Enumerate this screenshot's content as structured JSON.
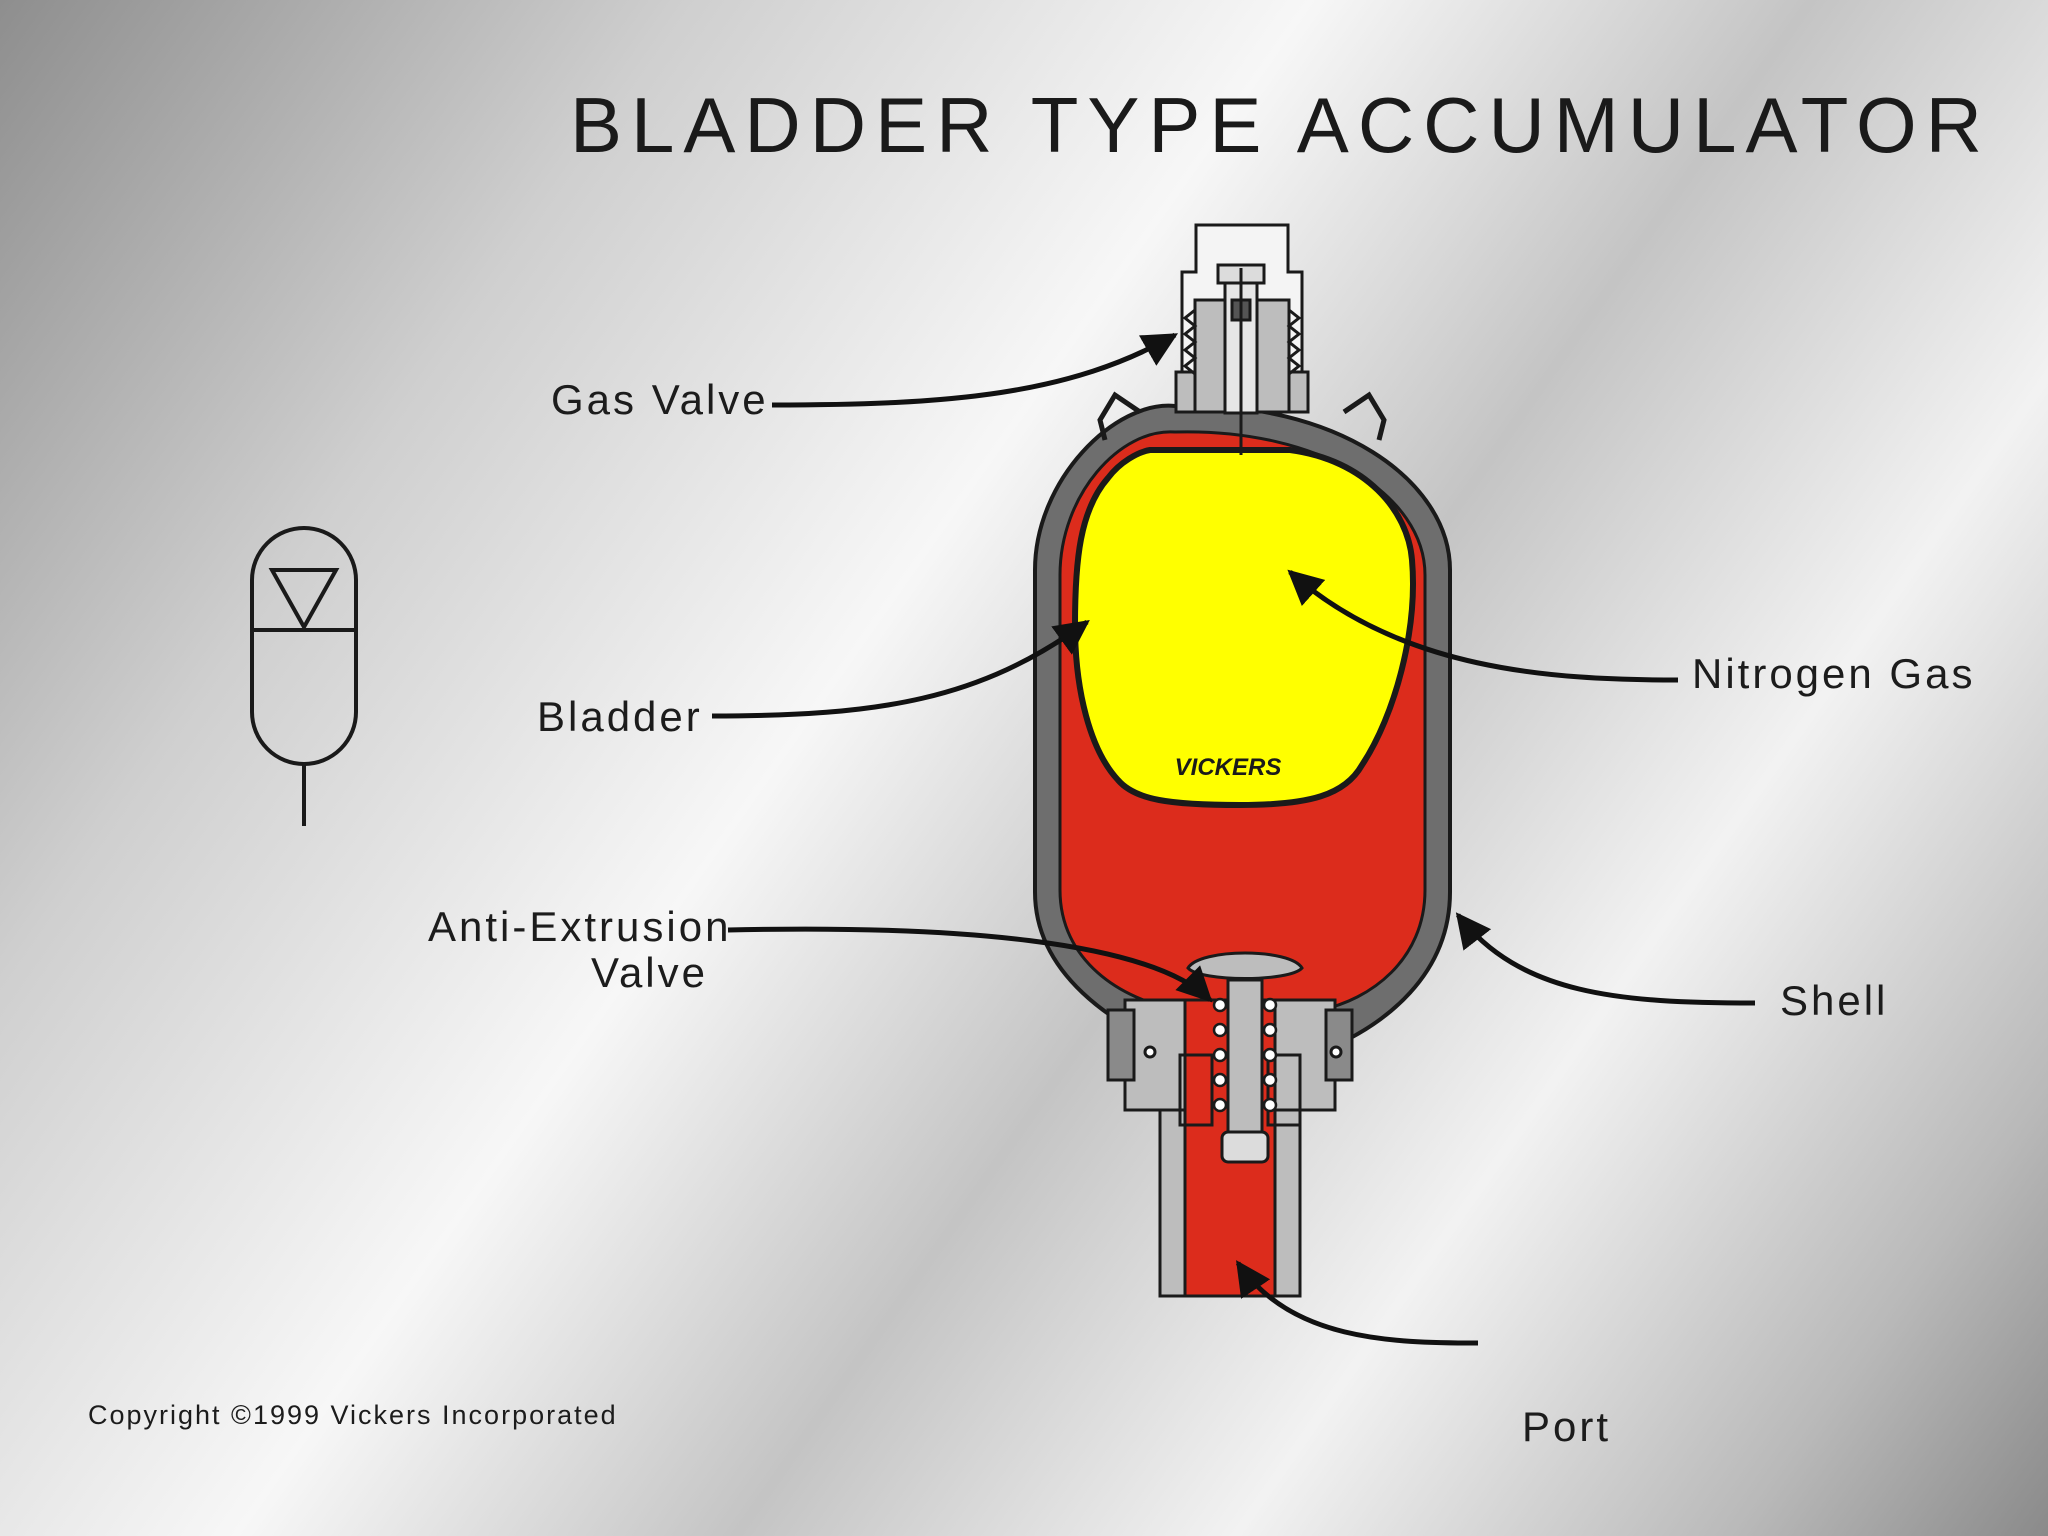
{
  "title": "BLADDER TYPE ACCUMULATOR",
  "labels": {
    "gas_valve": "Gas Valve",
    "bladder": "Bladder",
    "anti_extrusion_line1": "Anti-Extrusion",
    "anti_extrusion_line2": "Valve",
    "nitrogen_gas": "Nitrogen Gas",
    "shell": "Shell",
    "port": "Port"
  },
  "brand_mark": "VICKERS",
  "copyright": "Copyright ©1999 Vickers Incorporated",
  "colors": {
    "gas": "#ffff00",
    "fluid": "#dc2c1c",
    "shell": "#6e6e6e",
    "metal": "#bdbdbd",
    "outline": "#1a1a1a"
  },
  "icons": [
    "accumulator-symbol-icon"
  ]
}
